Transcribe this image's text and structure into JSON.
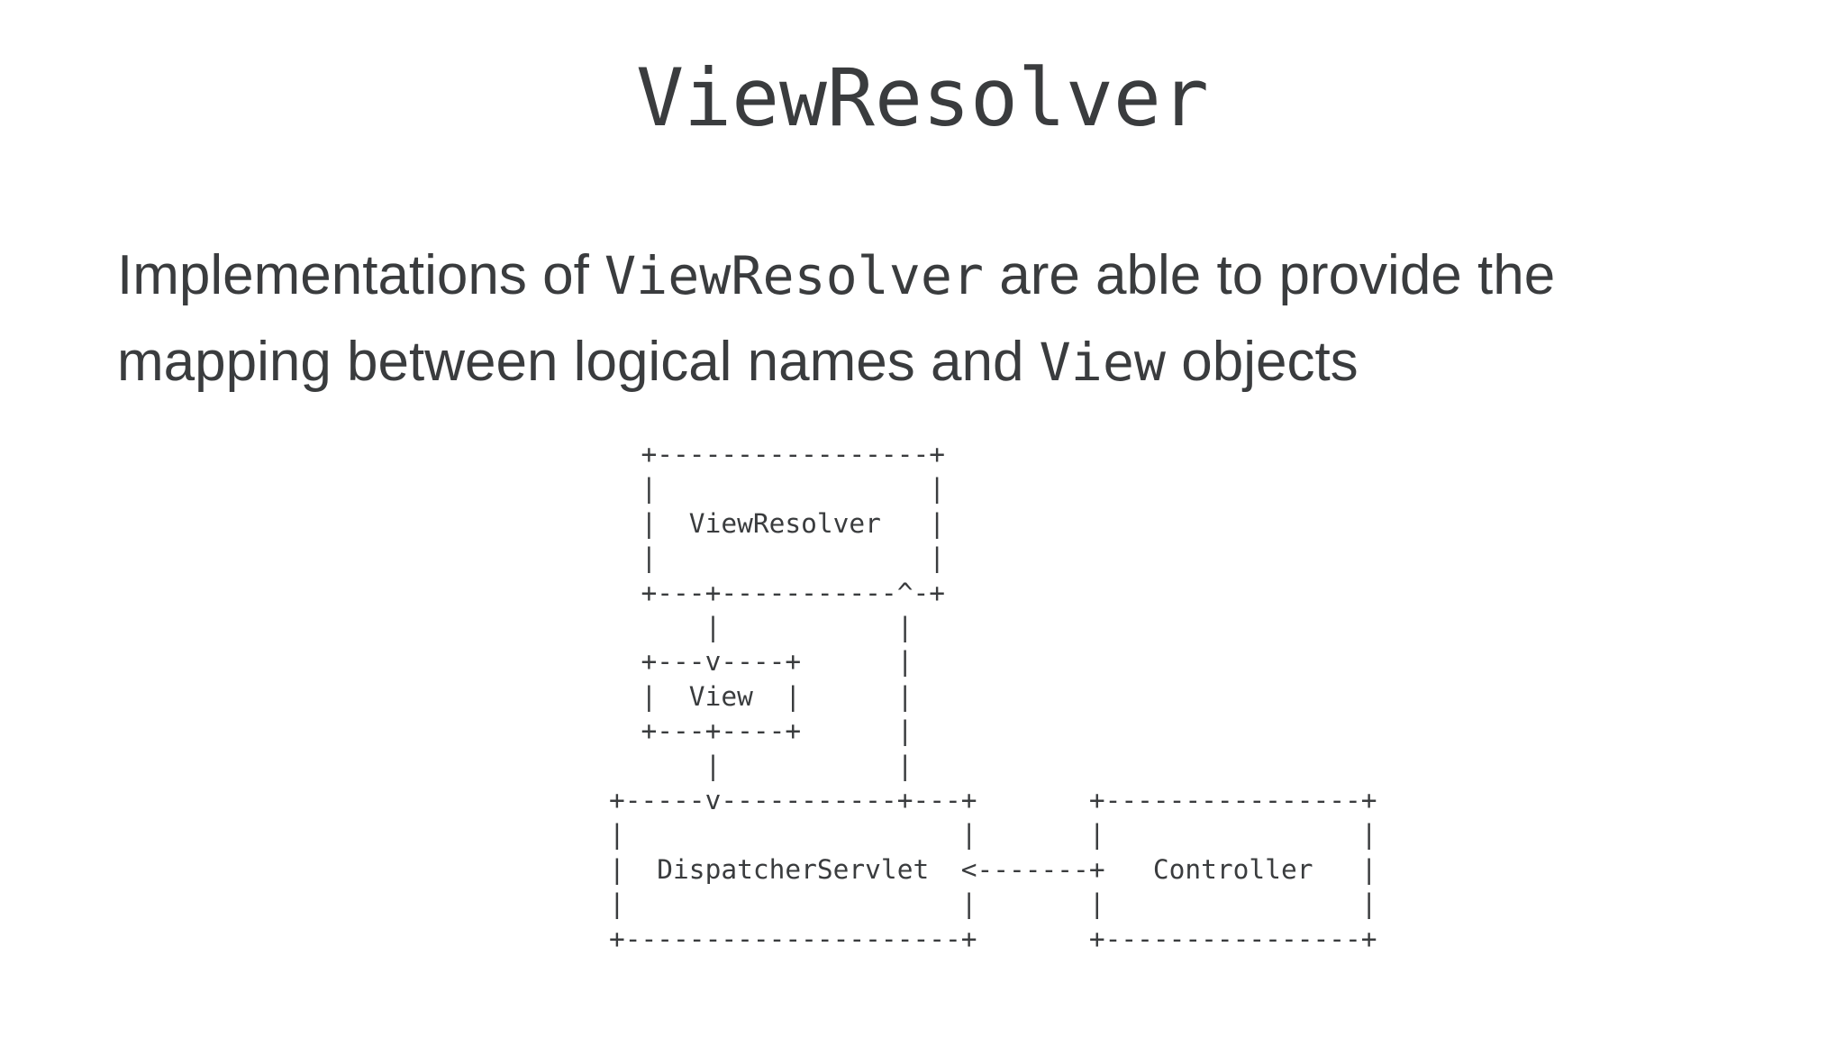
{
  "slide": {
    "title": "ViewResolver",
    "paragraph": {
      "lines": [
        {
          "segments": [
            {
              "type": "text",
              "value": "Implementations of "
            },
            {
              "type": "code",
              "value": "ViewResolver"
            },
            {
              "type": "text",
              "value": " are able to provide the"
            }
          ]
        },
        {
          "segments": [
            {
              "type": "text",
              "value": "mapping between logical names and "
            },
            {
              "type": "code",
              "value": "View"
            },
            {
              "type": "text",
              "value": " objects"
            }
          ]
        }
      ]
    },
    "diagram": {
      "node_labels": [
        "ViewResolver",
        "View",
        "DispatcherServlet",
        "Controller"
      ],
      "lines": [
        "  +-----------------+",
        "  |                 |",
        "  |  ViewResolver   |",
        "  |                 |",
        "  +---+-----------^-+",
        "      |           |",
        "  +---v----+      |",
        "  |  View  |      |",
        "  +---+----+      |",
        "      |           |",
        "+-----v-----------+---+       +----------------+",
        "|                     |       |                |",
        "|  DispatcherServlet  <-------+   Controller   |",
        "|                     |       |                |",
        "+---------------------+       +----------------+"
      ]
    },
    "colors": {
      "text": "#3a3c3e",
      "background": "#ffffff"
    }
  }
}
